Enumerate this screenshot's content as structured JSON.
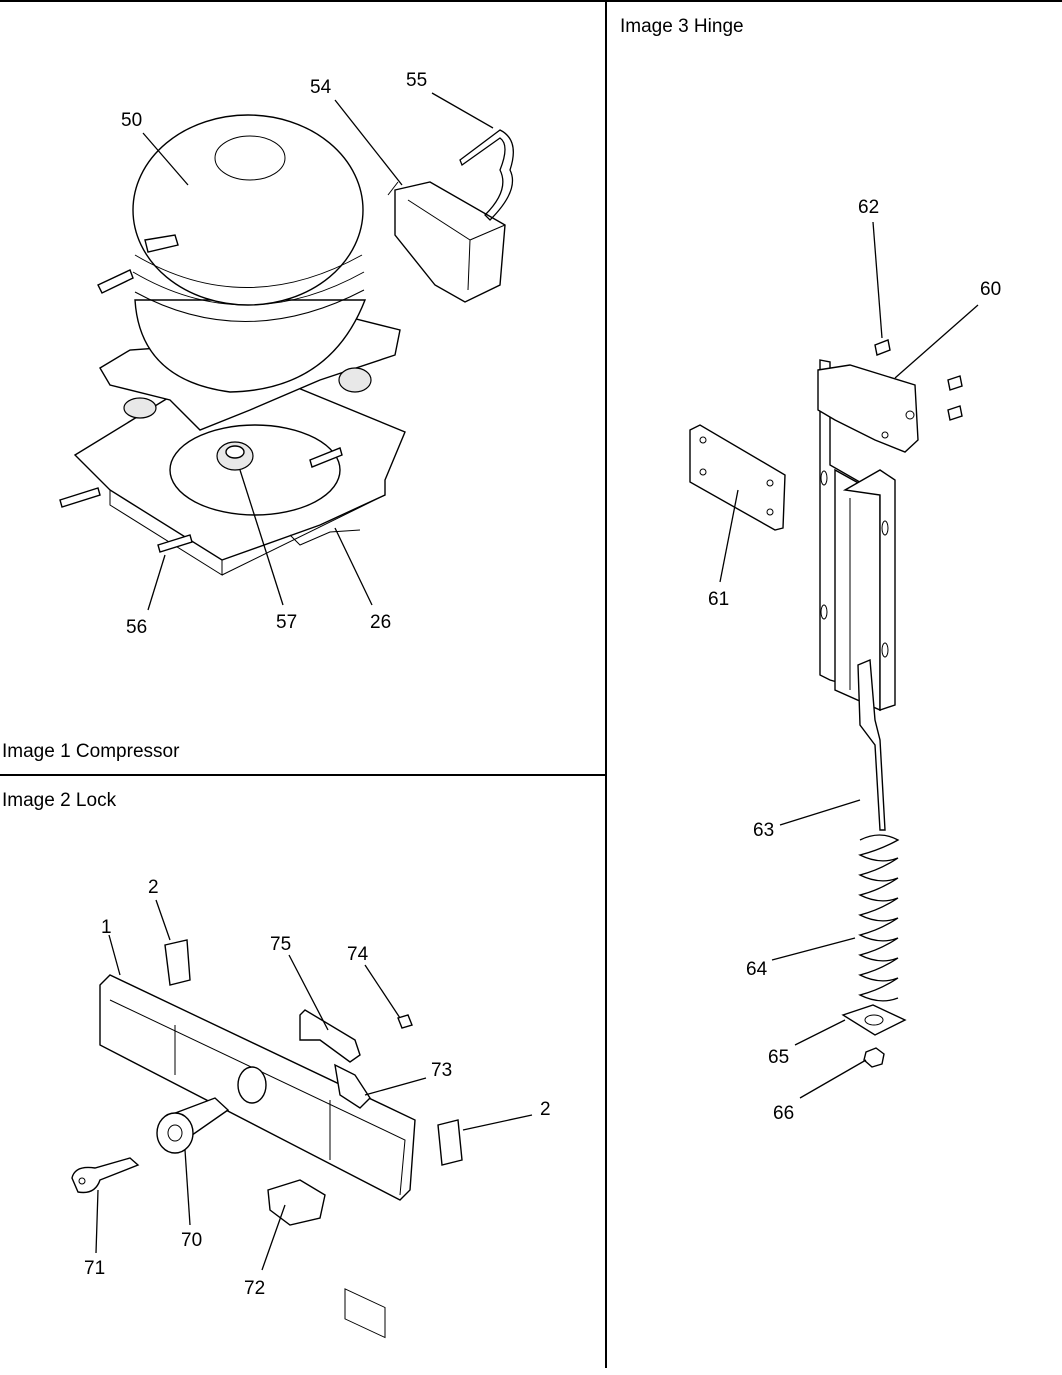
{
  "panels": {
    "compressor": {
      "title": "Image 1 Compressor",
      "callouts": [
        "50",
        "54",
        "55",
        "56",
        "57",
        "26"
      ]
    },
    "lock": {
      "title": "Image 2 Lock",
      "callouts": [
        "1",
        "2",
        "75",
        "74",
        "73",
        "2",
        "70",
        "71",
        "72"
      ]
    },
    "hinge": {
      "title": "Image 3 Hinge",
      "callouts": [
        "62",
        "60",
        "61",
        "63",
        "64",
        "65",
        "66"
      ]
    }
  }
}
